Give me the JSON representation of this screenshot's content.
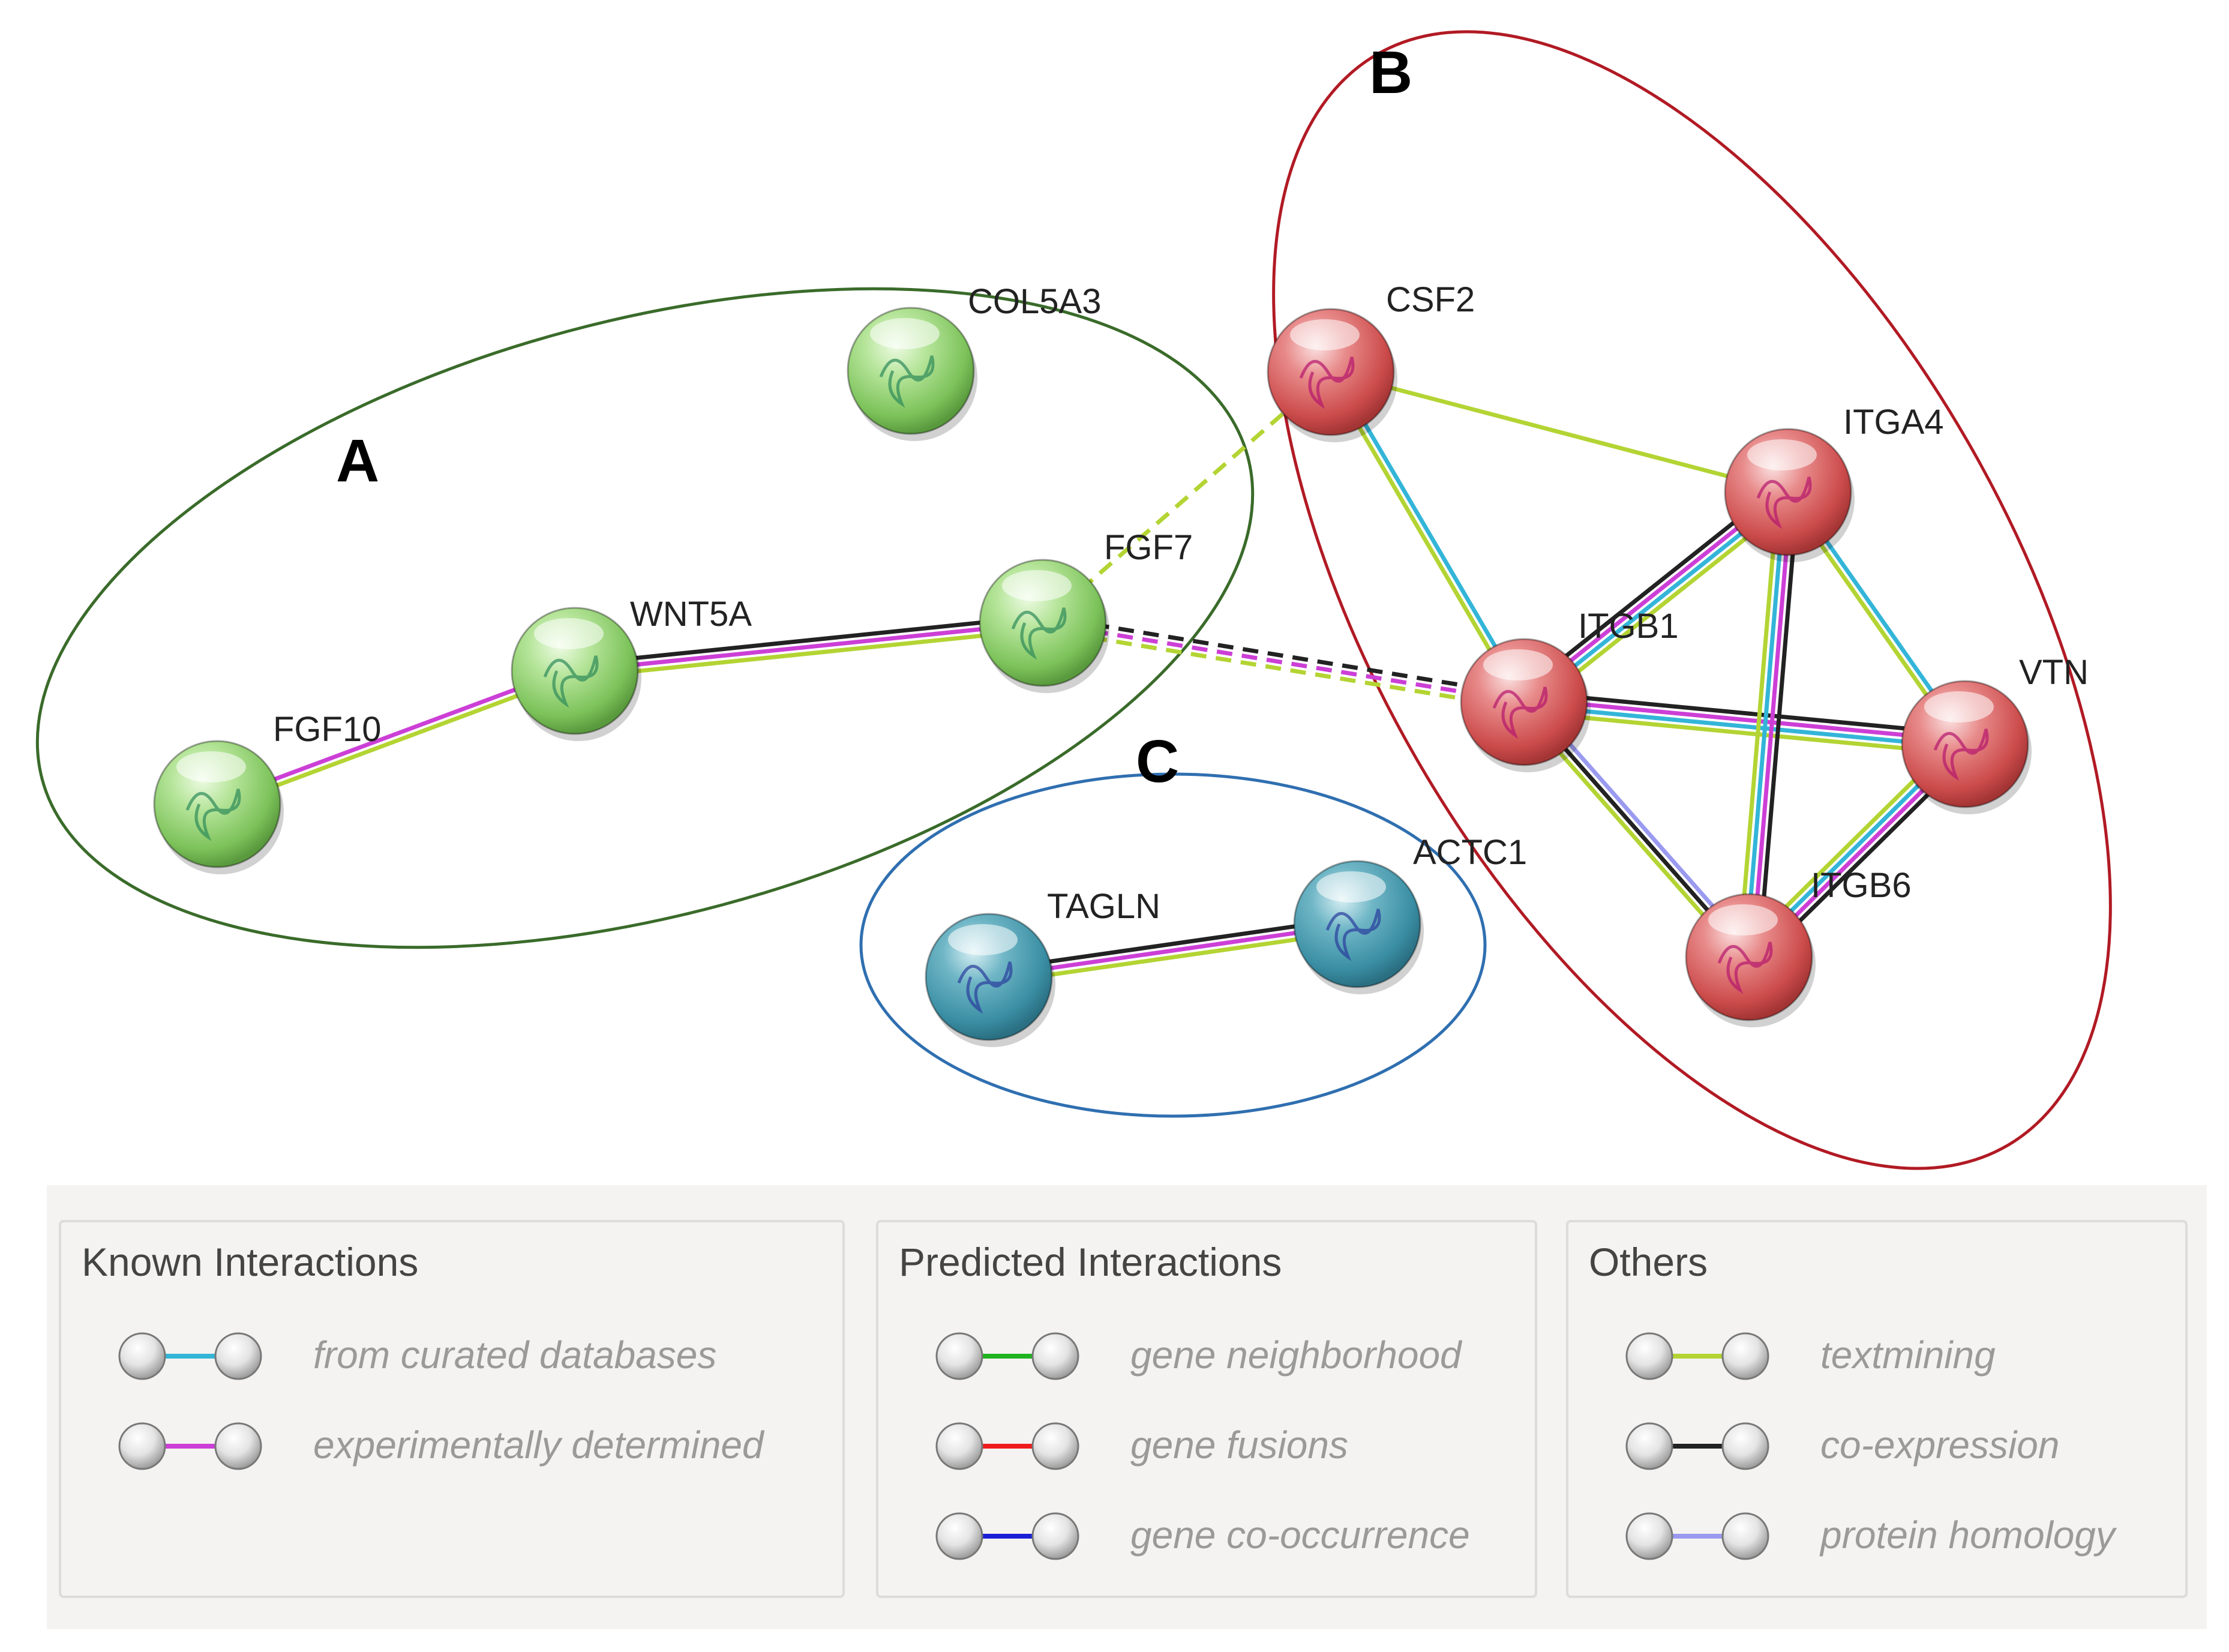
{
  "diagram": {
    "groups": [
      {
        "id": "A",
        "label": "A",
        "color": "#3a6b2a"
      },
      {
        "id": "B",
        "label": "B",
        "color": "#b11a24"
      },
      {
        "id": "C",
        "label": "C",
        "color": "#2f6fb0"
      }
    ],
    "nodes": [
      {
        "id": "COL5A3",
        "label": "COL5A3",
        "group": "A",
        "color": "#8ed36b"
      },
      {
        "id": "WNT5A",
        "label": "WNT5A",
        "group": "A",
        "color": "#8ed36b"
      },
      {
        "id": "FGF7",
        "label": "FGF7",
        "group": "A",
        "color": "#8ed36b"
      },
      {
        "id": "FGF10",
        "label": "FGF10",
        "group": "A",
        "color": "#8ed36b"
      },
      {
        "id": "CSF2",
        "label": "CSF2",
        "group": "B",
        "color": "#d95a5a"
      },
      {
        "id": "ITGA4",
        "label": "ITGA4",
        "group": "B",
        "color": "#d95a5a"
      },
      {
        "id": "ITGB1",
        "label": "ITGB1",
        "group": "B",
        "color": "#d95a5a"
      },
      {
        "id": "VTN",
        "label": "VTN",
        "group": "B",
        "color": "#d95a5a"
      },
      {
        "id": "ITGB6",
        "label": "ITGB6",
        "group": "B",
        "color": "#d95a5a"
      },
      {
        "id": "TAGLN",
        "label": "TAGLN",
        "group": "C",
        "color": "#3f97aa"
      },
      {
        "id": "ACTC1",
        "label": "ACTC1",
        "group": "C",
        "color": "#3f97aa"
      }
    ],
    "edges": [
      {
        "from": "FGF10",
        "to": "WNT5A",
        "types": [
          "experimentally determined",
          "textmining"
        ]
      },
      {
        "from": "WNT5A",
        "to": "FGF7",
        "types": [
          "co-expression",
          "experimentally determined",
          "textmining"
        ]
      },
      {
        "from": "FGF7",
        "to": "CSF2",
        "types": [
          "textmining"
        ],
        "dashed": true
      },
      {
        "from": "FGF7",
        "to": "ITGB1",
        "types": [
          "co-expression",
          "experimentally determined",
          "textmining"
        ],
        "dashed": true
      },
      {
        "from": "CSF2",
        "to": "ITGA4",
        "types": [
          "textmining"
        ]
      },
      {
        "from": "CSF2",
        "to": "ITGB1",
        "types": [
          "from curated databases",
          "textmining"
        ]
      },
      {
        "from": "ITGB1",
        "to": "ITGA4",
        "types": [
          "co-expression",
          "experimentally determined",
          "from curated databases",
          "textmining"
        ]
      },
      {
        "from": "ITGB1",
        "to": "VTN",
        "types": [
          "co-expression",
          "experimentally determined",
          "from curated databases",
          "textmining"
        ]
      },
      {
        "from": "ITGB1",
        "to": "ITGB6",
        "types": [
          "protein homology",
          "co-expression",
          "textmining"
        ]
      },
      {
        "from": "ITGA4",
        "to": "VTN",
        "types": [
          "from curated databases",
          "textmining"
        ]
      },
      {
        "from": "ITGA4",
        "to": "ITGB6",
        "types": [
          "co-expression",
          "experimentally determined",
          "from curated databases",
          "textmining"
        ]
      },
      {
        "from": "VTN",
        "to": "ITGB6",
        "types": [
          "co-expression",
          "experimentally determined",
          "from curated databases",
          "textmining"
        ]
      },
      {
        "from": "TAGLN",
        "to": "ACTC1",
        "types": [
          "co-expression",
          "experimentally determined",
          "textmining"
        ]
      }
    ]
  },
  "legend": {
    "known": {
      "title": "Known Interactions",
      "items": [
        {
          "label": "from curated databases",
          "color": "#33b5d8"
        },
        {
          "label": "experimentally determined",
          "color": "#cc3fd6"
        }
      ]
    },
    "predicted": {
      "title": "Predicted Interactions",
      "items": [
        {
          "label": "gene neighborhood",
          "color": "#1fb31f"
        },
        {
          "label": "gene fusions",
          "color": "#ee1c1c"
        },
        {
          "label": "gene co-occurrence",
          "color": "#1a1fd6"
        }
      ]
    },
    "others": {
      "title": "Others",
      "items": [
        {
          "label": "textmining",
          "color": "#b3d433"
        },
        {
          "label": "co-expression",
          "color": "#222222"
        },
        {
          "label": "protein homology",
          "color": "#9a9af0"
        }
      ]
    }
  }
}
